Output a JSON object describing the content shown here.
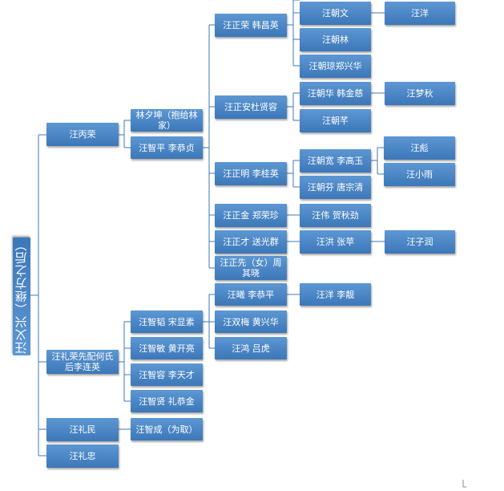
{
  "tree": {
    "root": "汪义兴（继方之后）",
    "l1": [
      "汪丙荣",
      "汪礼荣先配何氏后李连英",
      "汪礼民",
      "汪礼忠"
    ],
    "l2": [
      "林夕坤（抱给林家）",
      "汪智平 李恭贞",
      "汪智韬 宋显素",
      "汪智敏 黄开亮",
      "汪智容 李天才",
      "汪智贤 礼恭金",
      "汪智成（为取）"
    ],
    "l3": [
      "汪正荣 韩昌英",
      "汪正安杜贤容",
      "汪正明 李桂英",
      "汪正金 郑荣珍",
      "汪正才 送光群",
      "汪正先（女）周其晓",
      "汪曦 李恭平",
      "汪双梅 黄兴华",
      "汪鸿 吕虎"
    ],
    "l4": [
      "汪朝文",
      "汪朝林",
      "汪朝琼郑兴华",
      "汪朝华 韩金慈",
      "汪朝芊",
      "汪朝宽 李高玉",
      "汪朝芬 唐宗清",
      "汪伟 贺秋劲",
      "汪洪 张苹",
      "汪洋 李靓"
    ],
    "l5": [
      "汪洋",
      "汪梦秋",
      "汪彪",
      "汪小雨",
      "汪子润"
    ]
  }
}
